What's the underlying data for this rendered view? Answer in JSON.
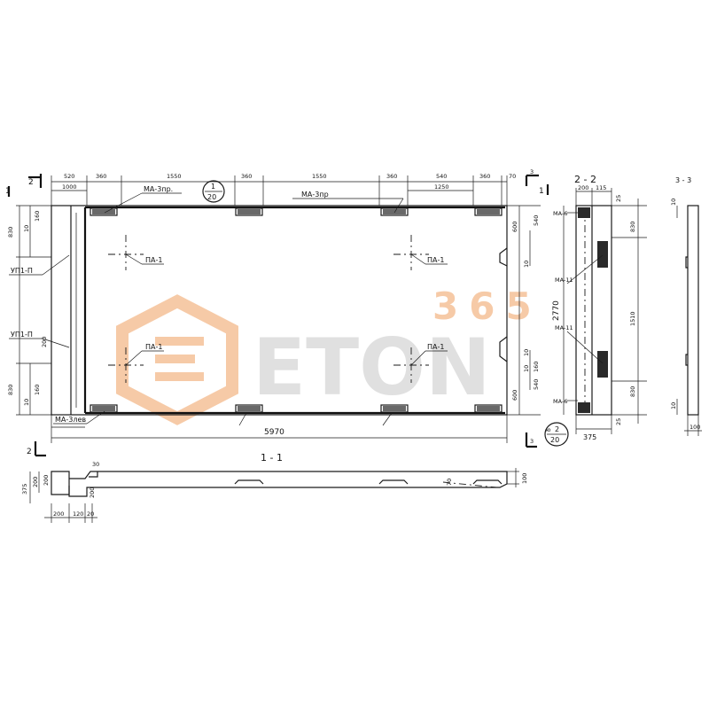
{
  "dims_top": [
    "520",
    "360",
    "1550",
    "360",
    "1550",
    "360",
    "540",
    "360",
    "70"
  ],
  "dims_top2": [
    "1000",
    "1250"
  ],
  "embed_labels": {
    "ma3pr_top_left": "МА-3пр.",
    "ma3pr_top_right": "МА-3пр",
    "ma3lev": "МА-3лев",
    "ma6_top": "МА-6",
    "ma6_bot": "МА-6",
    "ma11_a": "МА-11",
    "ma11_b": "МА-11",
    "pa1_tl": "ПА-1",
    "pa1_tr": "ПА-1",
    "pa1_bl": "ПА-1",
    "pa1_br": "ПА-1",
    "ur1_a": "УП1-П",
    "ur1_b": "УП1-П"
  },
  "dims_left": [
    "830",
    "10",
    "160",
    "830",
    "10",
    "160",
    "200"
  ],
  "dims_right_plan": [
    "600",
    "540",
    "10",
    "10",
    "540",
    "160",
    "600",
    "10"
  ],
  "dim_total": "5970",
  "dim_height_22": "2770",
  "dims_22_right": [
    "25",
    "830",
    "1510",
    "830",
    "25"
  ],
  "dims_22_top": [
    "200",
    "115"
  ],
  "dim_22_bottom": "375",
  "sec_labels": {
    "s1_left": "1",
    "s2_left": "2",
    "s2_bot": "2",
    "s3_top": "3",
    "s3_bot": "3",
    "s1_right": "1",
    "sec22": "2 - 2",
    "sec33": "3 - 3",
    "sec11": "1 - 1"
  },
  "circle_top": {
    "num": "1",
    "den": "20"
  },
  "circle_bot": {
    "num": "2",
    "den": "20",
    "prefix": "ю"
  },
  "dims_33": [
    "10",
    "10",
    "100"
  ],
  "dims_11": [
    "375",
    "200",
    "200",
    "200",
    "120",
    "20",
    "30",
    "200",
    "70",
    "100"
  ],
  "watermark": {
    "top": "365",
    "main": "ETON"
  },
  "colors": {
    "line": "#1a1a1a",
    "watermark_orange": "#f0a060",
    "watermark_gray": "#c8c8c8"
  }
}
